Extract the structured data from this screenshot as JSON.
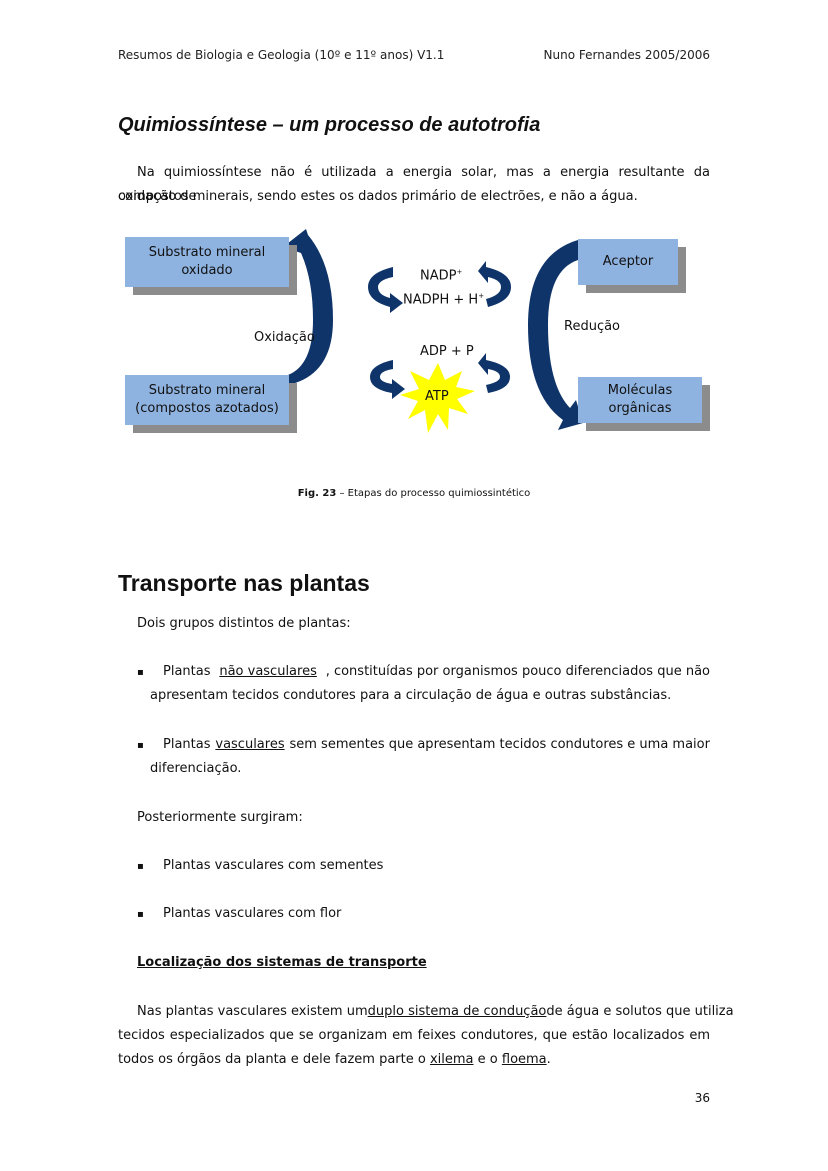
{
  "header": {
    "left": "Resumos de Biologia e Geologia (10º e 11º anos) V1.1",
    "right": "Nuno Fernandes 2005/2006"
  },
  "section1": {
    "title": "Quimiossíntese – um processo de autotrofia",
    "paragraph_line1": "Na quimiossíntese não é utilizada a energia solar, mas a energia resultante da oxidação de",
    "paragraph_line2": "compostos minerais, sendo estes os dados primário de electrões, e não a água."
  },
  "diagram": {
    "box_top_left": [
      "Substrato mineral",
      "oxidado"
    ],
    "box_bottom_left": [
      "Substrato mineral",
      "(compostos azotados)"
    ],
    "box_top_right": "Aceptor",
    "box_bottom_right": [
      "Moléculas",
      "orgânicas"
    ],
    "oxidation": "Oxidação",
    "reduction": "Redução",
    "nadp": "NADP",
    "nadph": "NADPH + H",
    "sup_plus": "+",
    "adp": "ADP + P",
    "atp": "ATP",
    "colors": {
      "box_fill": "#8fb3e0",
      "arrow": "#0f3469",
      "atp_star": "#ffff00",
      "shadow": "#8c8c8c"
    }
  },
  "caption": {
    "fig": "Fig. 23",
    "text": " – Etapas do processo quimiossintético"
  },
  "section2": {
    "title": "Transporte nas plantas",
    "intro": "Dois grupos distintos de plantas:",
    "bullet_symbol": "▪",
    "b1_prefix": "Plantas",
    "b1_underlined": "não vasculares",
    "b1_rest": ", constituídas por organismos pouco diferenciados que não",
    "b1_line2": "apresentam tecidos condutores para a circulação de água e outras substâncias.",
    "b2_prefix": "Plantas",
    "b2_underlined": "vasculares",
    "b2_rest": "sem sementes que apresentam tecidos condutores e uma maior",
    "b2_line2": "diferenciação.",
    "later": "Posteriormente surgiram:",
    "b3": "Plantas vasculares com sementes",
    "b4": "Plantas vasculares com flor",
    "subheading": "Localização dos sistemas de transporte",
    "p_line1_a": "Nas plantas vasculares existem um",
    "p_line1_u": "duplo sistema de condução",
    "p_line1_b": "de água e solutos que utiliza",
    "p_line2": "tecidos especializados que se organizam em feixes condutores, que estão localizados em",
    "p_line3_a": "todos os órgãos da planta e dele fazem parte o",
    "p_line3_u1": "xilema",
    "p_line3_e": "e o",
    "p_line3_u2": "floema",
    "p_line3_end": "."
  },
  "page_number": "36"
}
